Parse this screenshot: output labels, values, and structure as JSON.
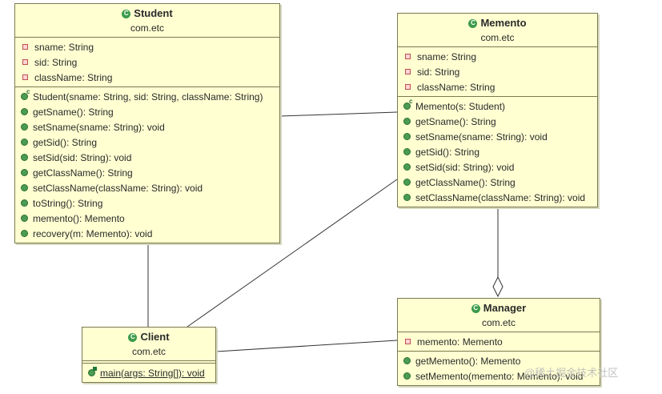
{
  "diagram": {
    "classes": [
      {
        "id": "student",
        "name": "Student",
        "package": "com.etc",
        "attributes": [
          "sname: String",
          "sid: String",
          "className: String"
        ],
        "methods": [
          {
            "text": "Student(sname: String, sid: String, className: String)",
            "kind": "ctor"
          },
          {
            "text": "getSname(): String",
            "kind": "method"
          },
          {
            "text": "setSname(sname: String): void",
            "kind": "method"
          },
          {
            "text": "getSid(): String",
            "kind": "method"
          },
          {
            "text": "setSid(sid: String): void",
            "kind": "method"
          },
          {
            "text": "getClassName(): String",
            "kind": "method"
          },
          {
            "text": "setClassName(className: String): void",
            "kind": "method"
          },
          {
            "text": "toString(): String",
            "kind": "method"
          },
          {
            "text": "memento(): Memento",
            "kind": "method"
          },
          {
            "text": "recovery(m: Memento): void",
            "kind": "method"
          }
        ]
      },
      {
        "id": "memento",
        "name": "Memento",
        "package": "com.etc",
        "attributes": [
          "sname: String",
          "sid: String",
          "className: String"
        ],
        "methods": [
          {
            "text": "Memento(s: Student)",
            "kind": "ctor"
          },
          {
            "text": "getSname(): String",
            "kind": "method"
          },
          {
            "text": "setSname(sname: String): void",
            "kind": "method"
          },
          {
            "text": "getSid(): String",
            "kind": "method"
          },
          {
            "text": "setSid(sid: String): void",
            "kind": "method"
          },
          {
            "text": "getClassName(): String",
            "kind": "method"
          },
          {
            "text": "setClassName(className: String): void",
            "kind": "method"
          }
        ]
      },
      {
        "id": "client",
        "name": "Client",
        "package": "com.etc",
        "attributes": [],
        "methods": [
          {
            "text": "main(args: String[]): void",
            "kind": "static"
          }
        ]
      },
      {
        "id": "manager",
        "name": "Manager",
        "package": "com.etc",
        "attributes": [
          "memento: Memento"
        ],
        "methods": [
          {
            "text": "getMemento(): Memento",
            "kind": "method"
          },
          {
            "text": "setMemento(memento: Memento): void",
            "kind": "method"
          }
        ]
      }
    ],
    "relations": [
      {
        "from": "student",
        "to": "memento",
        "type": "association"
      },
      {
        "from": "student",
        "to": "client",
        "type": "association"
      },
      {
        "from": "client",
        "to": "memento",
        "type": "association"
      },
      {
        "from": "client",
        "to": "manager",
        "type": "association"
      },
      {
        "from": "memento",
        "to": "manager",
        "type": "aggregation"
      }
    ]
  },
  "colors": {
    "class_fill": "#ffffd2",
    "class_border": "#7a7a50",
    "class_icon": "#3b9b4a",
    "method_marker": "#4a9c52",
    "field_marker": "#c05050",
    "connector": "#333333"
  },
  "watermark": "@稀土掘金技术社区"
}
